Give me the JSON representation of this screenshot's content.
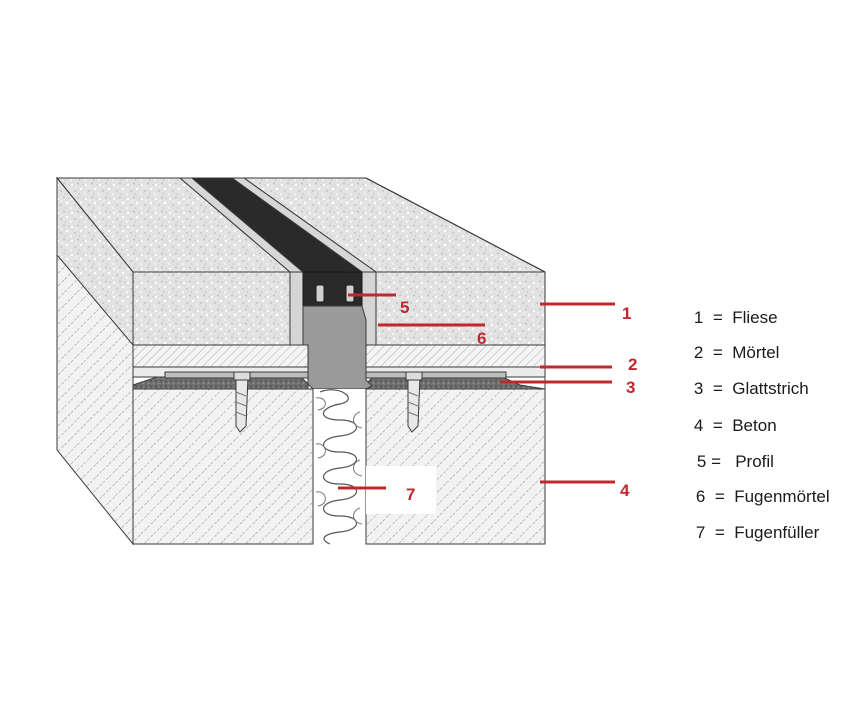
{
  "diagram": {
    "callouts": [
      "1",
      "2",
      "3",
      "4",
      "5",
      "6",
      "7"
    ],
    "legend": [
      {
        "num": "1",
        "sep": "=",
        "label": "Fliese"
      },
      {
        "num": "2",
        "sep": "=",
        "label": "Mörtel"
      },
      {
        "num": "3",
        "sep": "=",
        "label": "Glattstrich"
      },
      {
        "num": "4",
        "sep": "=",
        "label": "Beton"
      },
      {
        "num": "5",
        "sep": "=",
        "label": "Profil"
      },
      {
        "num": "6",
        "sep": "=",
        "label": "Fugenmörtel"
      },
      {
        "num": "7",
        "sep": "=",
        "label": "Fugenfüller"
      }
    ],
    "colors": {
      "callout": "#c0282b",
      "outline": "#3a3a3a",
      "tile_fill": "#e4e4e4",
      "profile_dark": "#2a2a2a",
      "profile_grey": "#9a9a9a"
    }
  }
}
